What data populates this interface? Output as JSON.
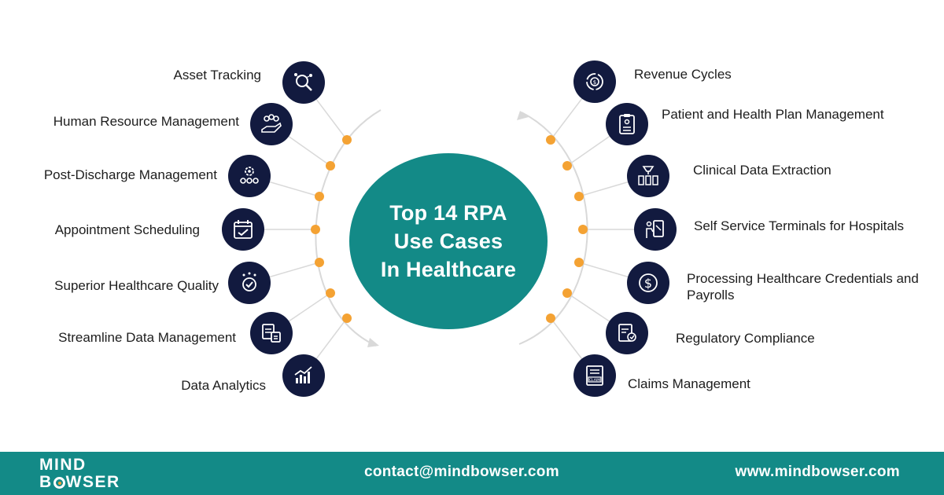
{
  "center_title": "Top 14 RPA\nUse Cases\nIn Healthcare",
  "colors": {
    "teal": "#138a87",
    "navy": "#121a3f",
    "dot": "#f4a233",
    "line": "#d9d9d9"
  },
  "left_items": [
    {
      "label": "Asset Tracking",
      "icon": "magnifier-network-icon"
    },
    {
      "label": "Human Resource Management",
      "icon": "people-hand-icon"
    },
    {
      "label": "Post-Discharge Management",
      "icon": "hospital-gear-icon"
    },
    {
      "label": "Appointment Scheduling",
      "icon": "calendar-check-icon"
    },
    {
      "label": "Superior Healthcare Quality",
      "icon": "quality-badge-icon"
    },
    {
      "label": "Streamline Data Management",
      "icon": "data-docs-icon"
    },
    {
      "label": "Data Analytics",
      "icon": "bar-chart-icon"
    }
  ],
  "right_items": [
    {
      "label": "Revenue Cycles",
      "icon": "revenue-cycle-icon"
    },
    {
      "label": "Patient and Health Plan Management",
      "icon": "patient-clipboard-icon"
    },
    {
      "label": "Clinical Data Extraction",
      "icon": "data-extraction-icon"
    },
    {
      "label": "Self Service Terminals for Hospitals",
      "icon": "kiosk-icon"
    },
    {
      "label": "Processing Healthcare Credentials and Payrolls",
      "icon": "dollar-coin-icon"
    },
    {
      "label": "Regulatory Compliance",
      "icon": "compliance-doc-icon"
    },
    {
      "label": "Claims Management",
      "icon": "claim-form-icon"
    }
  ],
  "footer": {
    "logo_line1": "MIND",
    "logo_line2_a": "B",
    "logo_line2_b": "WSER",
    "email": "contact@mindbowser.com",
    "website": "www.mindbowser.com"
  }
}
